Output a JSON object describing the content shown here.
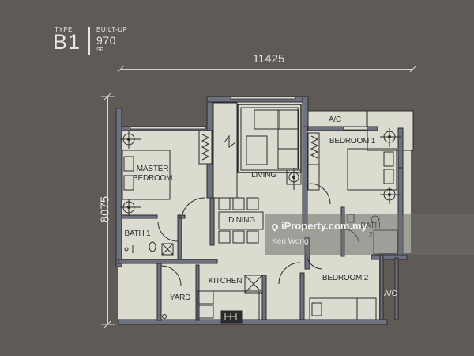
{
  "header": {
    "type_label": "TYPE",
    "type_value": "B1",
    "built_up_label": "BUILT-UP",
    "built_up_value": "970",
    "built_up_unit": "SF."
  },
  "dimensions": {
    "width": "11425",
    "depth": "8075"
  },
  "rooms": {
    "master_bedroom": "MASTER\nBEDROOM",
    "master_bedroom_line1": "MASTER",
    "master_bedroom_line2": "BEDROOM",
    "bath1": "BATH 1",
    "living": "LIVING",
    "dining": "DINING",
    "kitchen": "KITCHEN",
    "yard": "YARD",
    "bedroom1": "BEDROOM 1",
    "bath2_line1": "BATH",
    "bath2_line2": "2",
    "bedroom2": "BEDROOM 2",
    "ac_top": "A/C",
    "ac_right": "A/C"
  },
  "watermark": {
    "icon": "location-pin-icon",
    "site": "iProperty.com.my",
    "agent": "Ken Wong"
  },
  "colors": {
    "background": "#5f5a55",
    "floor": "#dcdbd0",
    "wall": "#6e7180",
    "line": "#2b2b2b",
    "text_light": "#e8e6e1"
  }
}
